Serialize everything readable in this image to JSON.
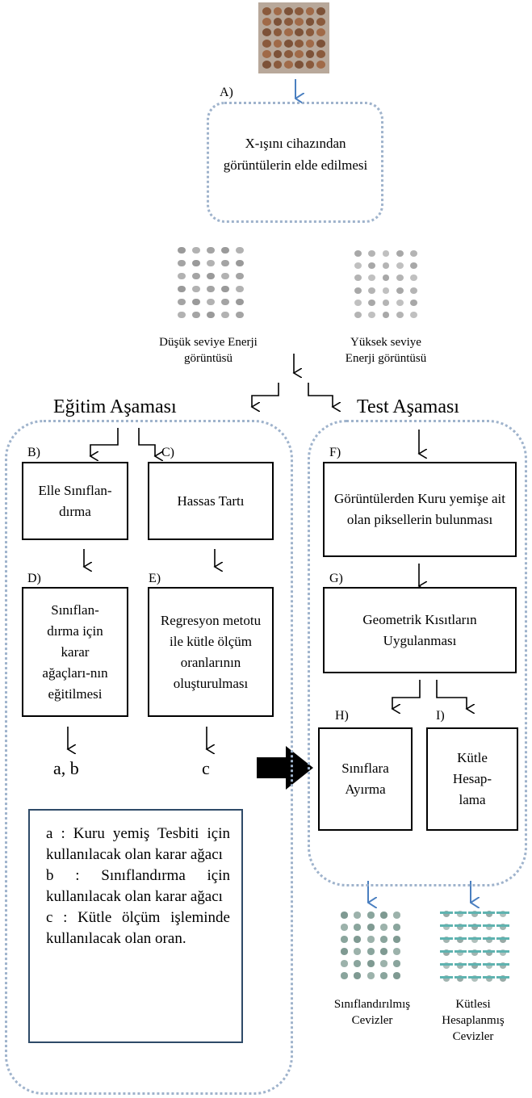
{
  "labels": {
    "a": "A)",
    "b": "B)",
    "c": "C)",
    "d": "D)",
    "e": "E)",
    "f": "F)",
    "g": "G)",
    "h": "H)",
    "i": "I)"
  },
  "boxes": {
    "xray": "X-ışını cihazından görüntülerin elde edilmesi",
    "manual_classification": "Elle Sınıflan-dırma",
    "precise_scale": "Hassas Tartı",
    "train_trees": "Sınıflan-dırma için karar ağaçları-nın eğitilmesi",
    "regression": "Regresyon metotu ile kütle ölçüm oranlarının oluşturulması",
    "find_pixels": "Görüntülerden Kuru yemişe ait olan piksellerin bulunması",
    "geometric": "Geometrik Kısıtların Uygulanması",
    "classify": "Sınıflara Ayırma",
    "mass_calc": "Kütle Hesap-lama"
  },
  "images": {
    "low_energy": "Düşük seviye Enerji görüntüsü",
    "high_energy": "Yüksek seviye Enerji görüntüsü",
    "classified": "Sınıflandırılmış Cevizler",
    "mass_calculated": "Kütlesi Hesaplanmış Cevizler"
  },
  "stages": {
    "training": "Eğitim Aşaması",
    "test": "Test Aşaması"
  },
  "outputs": {
    "ab": "a, b",
    "c": "c"
  },
  "legend": {
    "a": "a : Kuru yemiş Tesbiti için kullanılacak olan karar ağacı",
    "b": "b : Sınıflandırma için kullanılacak olan karar ağacı",
    "c": "c : Kütle ölçüm işleminde kullanılacak olan oran."
  },
  "colors": {
    "arrow_blue": "#4a7fc0",
    "dotted_border": "#9fb3cc",
    "legend_border": "#2e4a68"
  }
}
